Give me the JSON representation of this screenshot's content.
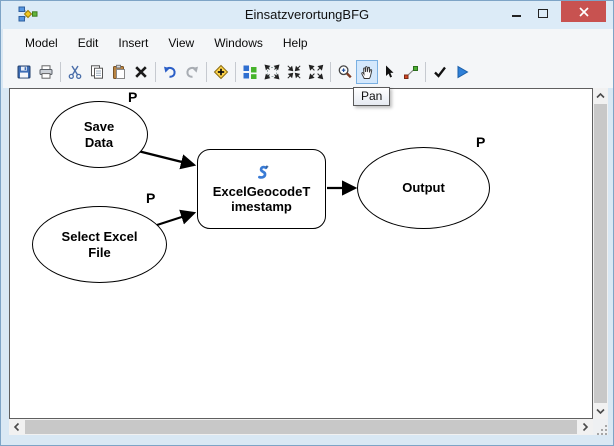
{
  "window": {
    "title": "EinsatzverortungBFG"
  },
  "menu": {
    "items": [
      "Model",
      "Edit",
      "Insert",
      "View",
      "Windows",
      "Help"
    ]
  },
  "toolbar": {
    "buttons": [
      "save",
      "print",
      "cut",
      "copy",
      "paste",
      "delete",
      "undo",
      "redo",
      "add-data",
      "auto-layout",
      "full-extent",
      "fixed-zoom-in",
      "fixed-zoom-out",
      "zoom-in",
      "pan",
      "select",
      "connect",
      "validate",
      "run"
    ],
    "active_button": "pan"
  },
  "tooltip": {
    "text": "Pan"
  },
  "canvas": {
    "nodes": [
      {
        "id": "save-data",
        "type": "parameter-variable",
        "shape": "oval",
        "label": "Save Data",
        "badge": "P"
      },
      {
        "id": "select-excel-file",
        "type": "parameter-variable",
        "shape": "oval",
        "label": "Select Excel File",
        "badge": "P"
      },
      {
        "id": "excel-geocode-timestamp",
        "type": "script-tool",
        "shape": "rounded-rectangle",
        "label": "ExcelGeocodeTimestamp",
        "label_lines": [
          "ExcelGeocodeT",
          "imestamp"
        ],
        "icon": "script-tool-icon"
      },
      {
        "id": "output",
        "type": "output-variable",
        "shape": "oval",
        "label": "Output",
        "badge": "P"
      }
    ],
    "connections": [
      {
        "from": "save-data",
        "to": "excel-geocode-timestamp"
      },
      {
        "from": "select-excel-file",
        "to": "excel-geocode-timestamp"
      },
      {
        "from": "excel-geocode-timestamp",
        "to": "output"
      }
    ]
  },
  "colors": {
    "titlebar_bg": "#dcebf7",
    "frame_bg": "#d9e8f4",
    "close_button": "#c85250",
    "toolbar_bg": "#f4f6f8",
    "canvas_bg": "#ffffff",
    "node_fill": "#ffffff",
    "node_outline": "#000000",
    "active_tool_highlight": "#d4e8fc"
  }
}
